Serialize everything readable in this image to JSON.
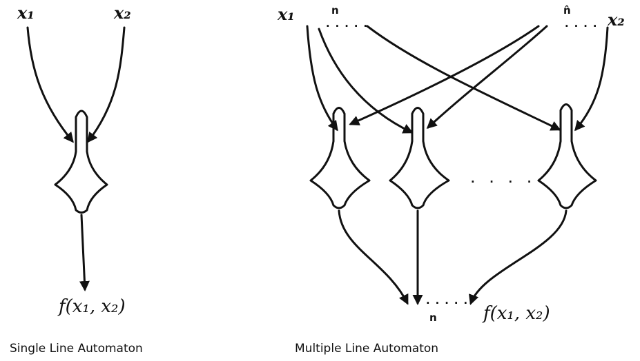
{
  "single": {
    "input_1": "x₁",
    "input_2": "x₂",
    "output": "f(x₁, x₂)",
    "caption": "Single Line Automaton"
  },
  "multiple": {
    "input_1": "x₁",
    "input_2": "x₂",
    "top_n_left": "n",
    "top_n_right": "n̂",
    "top_dots_left": ".....",
    "top_dots_right": "....",
    "middle_dots": ". . . .",
    "bottom_dots": ".....",
    "bottom_n": "n",
    "output": "f(x₁, x₂)",
    "caption": "Multiple Line Automaton"
  }
}
